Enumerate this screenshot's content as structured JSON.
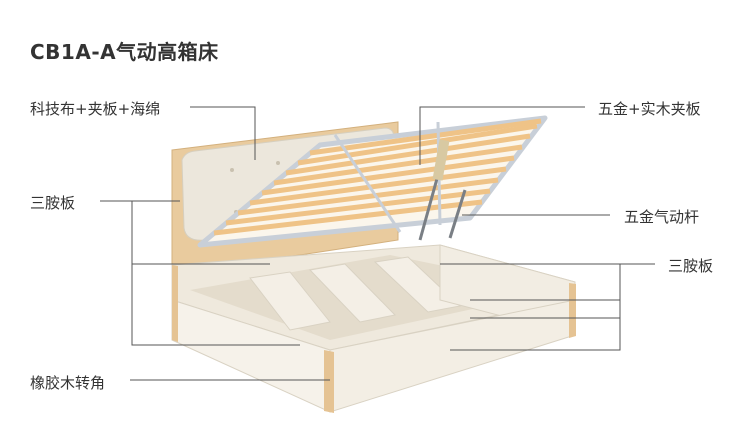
{
  "title": "CB1A-A气动高箱床",
  "callouts": {
    "left_top": "科技布+夹板+海绵",
    "left_middle": "三胺板",
    "left_bottom": "橡胶木转角",
    "right_top": "五金+实木夹板",
    "right_middle": "五金气动杆",
    "right_lower": "三胺板"
  },
  "colors": {
    "wood": "#e8c89a",
    "board": "#f1ece2",
    "headboard_cushion": "#ece7dc",
    "metal_frame": "#dfe4ea",
    "slat": "#f0c98c",
    "text": "#333333",
    "leader_line": "#555555"
  }
}
